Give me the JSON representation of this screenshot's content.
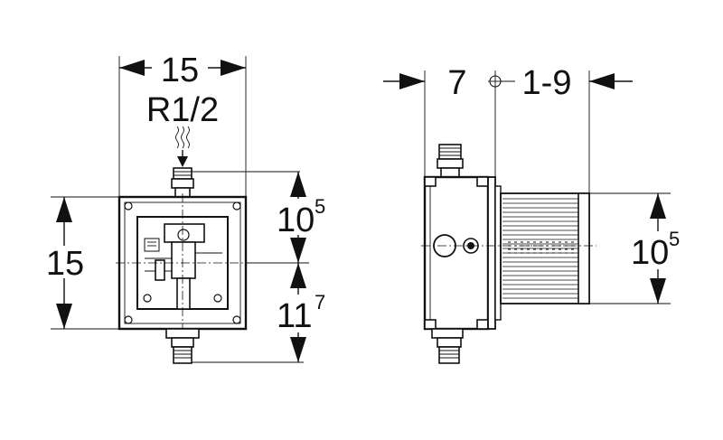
{
  "diagram": {
    "front_view": {
      "width_label": "15",
      "thread_label": "R1/2",
      "height_label": "15",
      "upper_dim_main": "10",
      "upper_dim_sup": "5",
      "lower_dim_main": "11",
      "lower_dim_sup": "7"
    },
    "side_view": {
      "depth_label": "7",
      "range_label": "1-9",
      "height_dim_main": "10",
      "height_dim_sup": "5"
    }
  }
}
